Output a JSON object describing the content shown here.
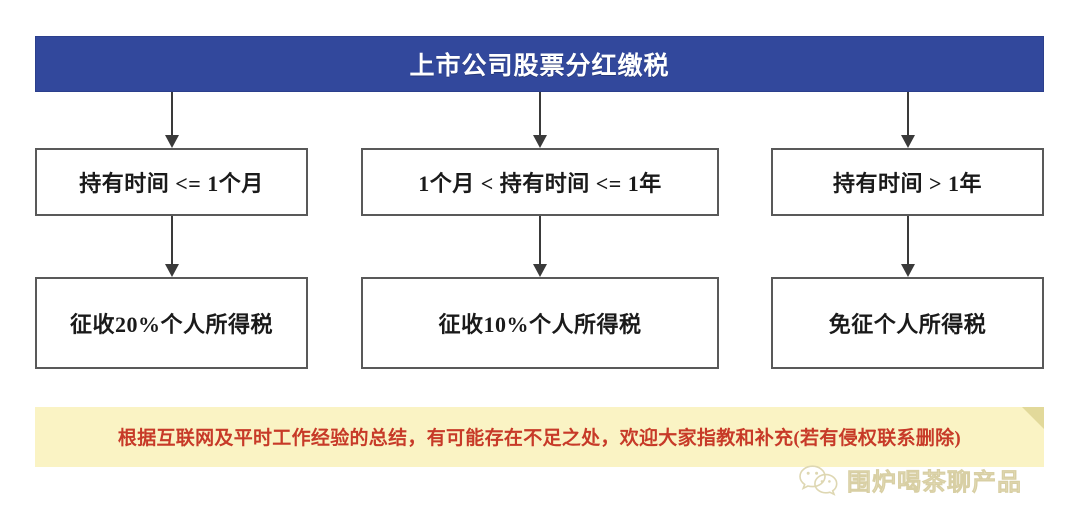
{
  "diagram": {
    "title": "上市公司股票分红缴税",
    "title_bg_color": "#32489C",
    "title_text_color": "#FFFFFF",
    "conditions": [
      {
        "id": "cond-1",
        "label": "持有时间 <= 1个月"
      },
      {
        "id": "cond-2",
        "label": "1个月 < 持有时间 <= 1年"
      },
      {
        "id": "cond-3",
        "label": "持有时间 > 1年"
      }
    ],
    "results": [
      {
        "id": "res-1",
        "label": "征收20%个人所得税"
      },
      {
        "id": "res-2",
        "label": "征收10%个人所得税"
      },
      {
        "id": "res-3",
        "label": "免征个人所得税"
      }
    ],
    "box_border_color": "#595959",
    "arrow_color": "#3A3A3A"
  },
  "note": {
    "text": "根据互联网及平时工作经验的总结，有可能存在不足之处，欢迎大家指教和补充(若有侵权联系删除)",
    "bg_color": "#FAF3C4",
    "text_color": "#C73A28"
  },
  "watermark": {
    "icon": "wechat-icon",
    "account_name": "围炉喝茶聊产品",
    "text_color": "#EDE6C8"
  }
}
